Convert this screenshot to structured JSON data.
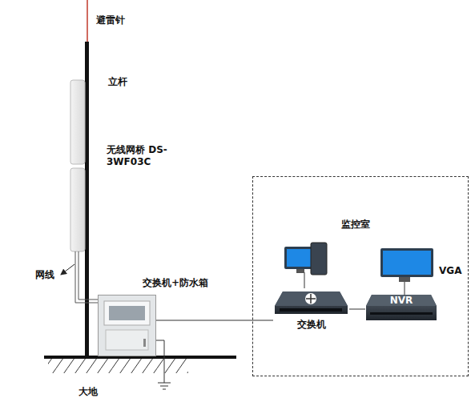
{
  "diagram": {
    "nodes": [
      {
        "text": [
          "交换机+防水箱"
        ]
      },
      {
        "text": [
          "监控室"
        ]
      },
      {
        "text": [
          "交换机"
        ],
        "in": 1
      },
      {
        "text": [
          "NVR"
        ],
        "in": 1
      }
    ],
    "edges": [
      {
        "from": 0,
        "to": 2,
        "arrow": "none"
      },
      {
        "from": 2,
        "to": 3,
        "arrow": "none"
      }
    ],
    "labels": [
      "避雷针",
      "立杆",
      "无线网桥 DS-3WF03C",
      "网线",
      "VGA",
      "大地"
    ]
  }
}
